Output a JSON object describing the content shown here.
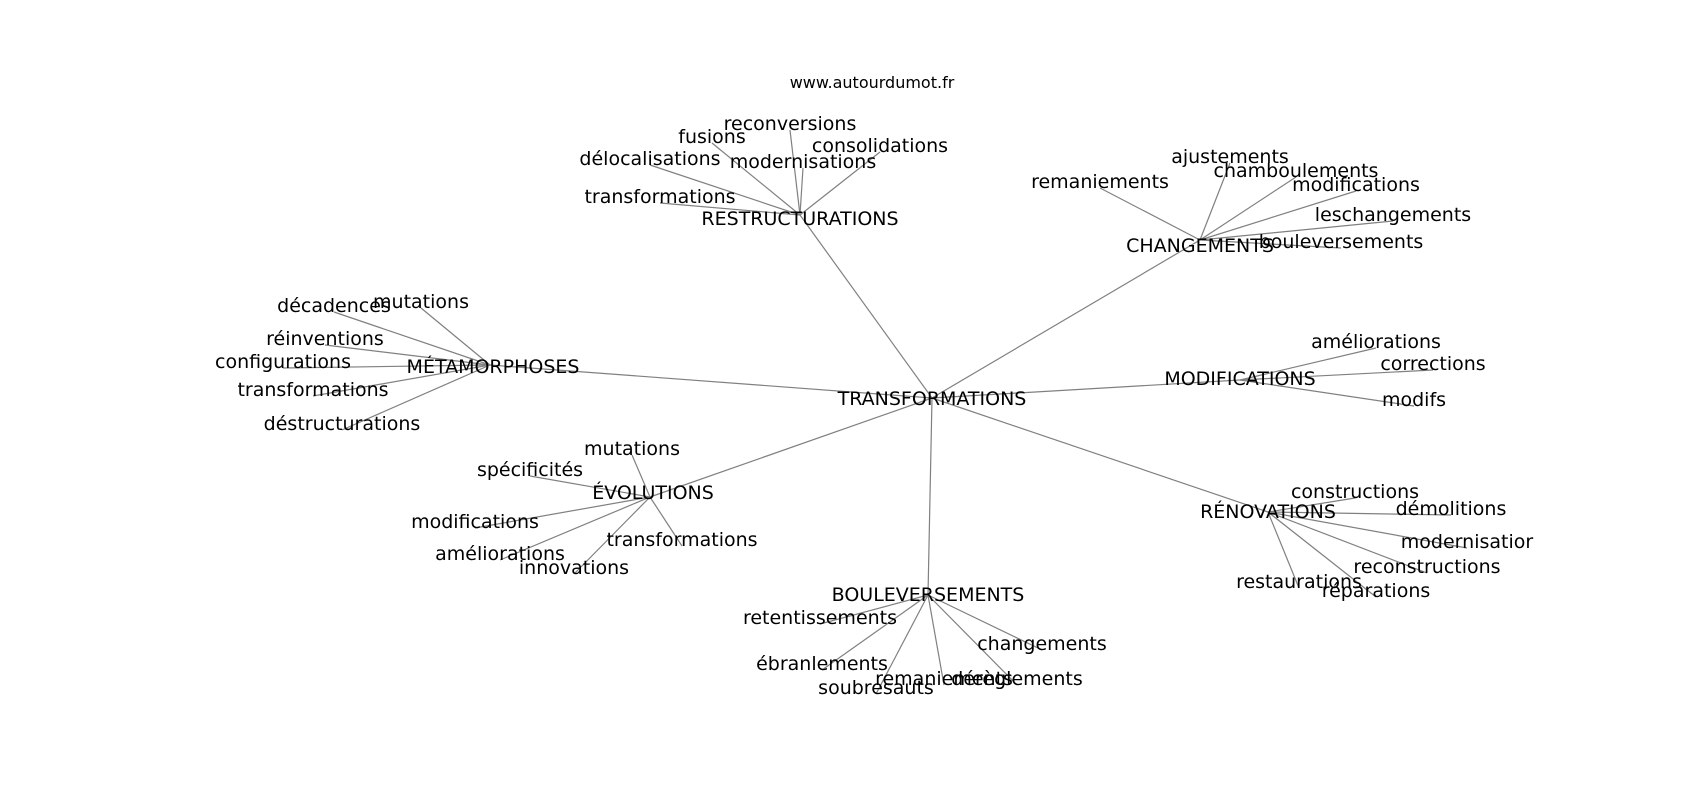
{
  "source": "www.autourdumot.fr",
  "edge_color": "#808080",
  "text_color": "#000000",
  "center": {
    "id": "transformations",
    "label": "TRANSFORMATIONS"
  },
  "hubs": [
    {
      "id": "restructurations",
      "label": "RESTRUCTURATIONS",
      "leaves": [
        "reconversions",
        "fusions",
        "consolidations",
        "délocalisations",
        "modernisations",
        "transformations"
      ]
    },
    {
      "id": "changements",
      "label": "CHANGEMENTS",
      "leaves": [
        "ajustements",
        "chamboulements",
        "remaniements",
        "modifications",
        "leschangements",
        "bouleversements"
      ]
    },
    {
      "id": "metamorphoses",
      "label": "MÉTAMORPHOSES",
      "leaves": [
        "décadences",
        "mutations",
        "réinventions",
        "configurations",
        "transformations",
        "déstructurations"
      ]
    },
    {
      "id": "modifications",
      "label": "MODIFICATIONS",
      "leaves": [
        "améliorations",
        "corrections",
        "modifs"
      ]
    },
    {
      "id": "evolutions",
      "label": "ÉVOLUTIONS",
      "leaves": [
        "mutations",
        "spécificités",
        "modifications",
        "améliorations",
        "transformations",
        "innovations"
      ]
    },
    {
      "id": "renovations",
      "label": "RÉNOVATIONS",
      "leaves": [
        "constructions",
        "démolitions",
        "modernisatior",
        "reconstructions",
        "restaurations",
        "réparations"
      ]
    },
    {
      "id": "bouleversements",
      "label": "BOULEVERSEMENTS",
      "leaves": [
        "retentissements",
        "changements",
        "ébranlements",
        "remaniements",
        "dérèglements",
        "soubresauts"
      ]
    }
  ]
}
